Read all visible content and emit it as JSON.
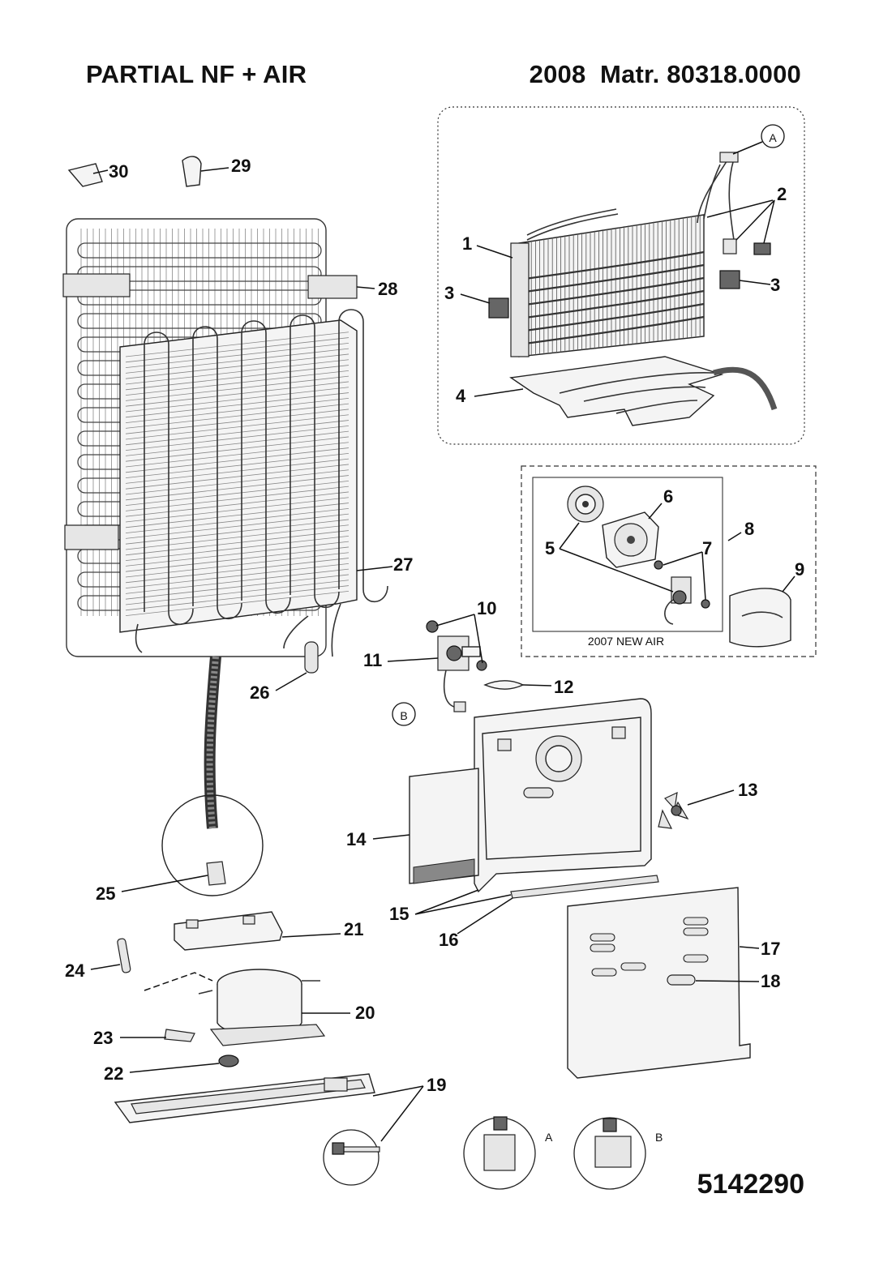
{
  "header": {
    "title": "PARTIAL NF + AIR",
    "year": "2008",
    "matr": "Matr. 80318.0000"
  },
  "footer": {
    "code": "5142290"
  },
  "inset_fan": {
    "caption": "2007  NEW AIR"
  },
  "callouts": {
    "p1": "1",
    "p2": "2",
    "p3a": "3",
    "p3b": "3",
    "p4": "4",
    "p5": "5",
    "p6": "6",
    "p7": "7",
    "p8": "8",
    "p9": "9",
    "p10": "10",
    "p11": "11",
    "p12": "12",
    "p13": "13",
    "p14": "14",
    "p15": "15",
    "p16": "16",
    "p17": "17",
    "p18": "18",
    "p19": "19",
    "p20": "20",
    "p21": "21",
    "p22": "22",
    "p23": "23",
    "p24": "24",
    "p25": "25",
    "p26": "26",
    "p27": "27",
    "p28": "28",
    "p29": "29",
    "p30": "30"
  },
  "connectors": {
    "a_top": "A",
    "b_mid": "B",
    "a_bottom": "A",
    "b_bottom": "B"
  }
}
